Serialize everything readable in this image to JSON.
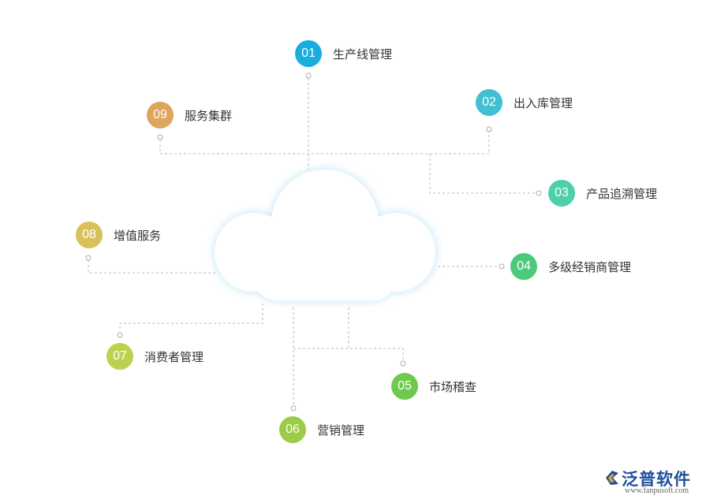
{
  "diagram": {
    "nodes": [
      {
        "num": "01",
        "label": "生产线管理",
        "color": "#1aaede"
      },
      {
        "num": "02",
        "label": "出入库管理",
        "color": "#41bfd3"
      },
      {
        "num": "03",
        "label": "产品追溯管理",
        "color": "#4fcfaa"
      },
      {
        "num": "04",
        "label": "多级经销商管理",
        "color": "#4dc97a"
      },
      {
        "num": "05",
        "label": "市场稽查",
        "color": "#6ec94f"
      },
      {
        "num": "06",
        "label": "营销管理",
        "color": "#9ccb45"
      },
      {
        "num": "07",
        "label": "消费者管理",
        "color": "#bcd24f"
      },
      {
        "num": "08",
        "label": "增值服务",
        "color": "#d8c159"
      },
      {
        "num": "09",
        "label": "服务集群",
        "color": "#dea55c"
      }
    ]
  },
  "logo": {
    "brand": "泛普软件",
    "url": "www.fanpusoft.com"
  }
}
